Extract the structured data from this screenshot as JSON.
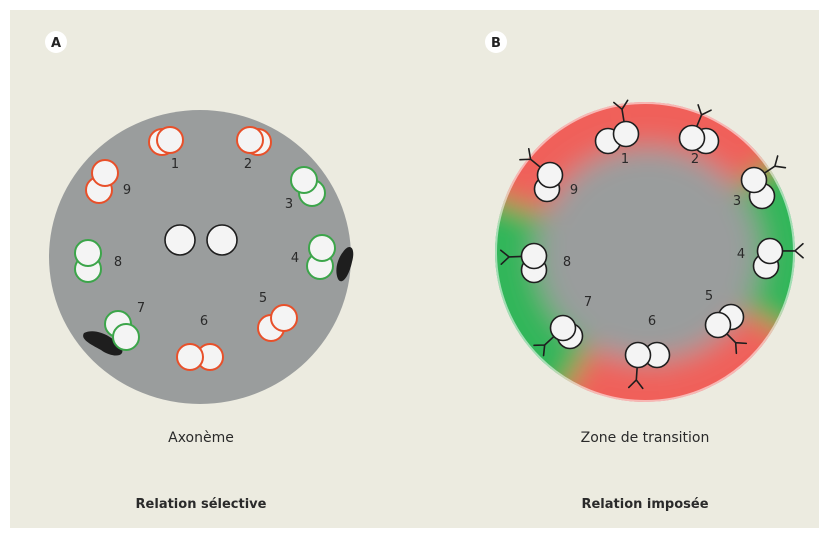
{
  "panels": [
    {
      "letter": "A",
      "structure_label": "Axonème",
      "relation_label": "Relation sélective",
      "doublet_numbers": [
        "1",
        "2",
        "3",
        "4",
        "5",
        "6",
        "7",
        "8",
        "9"
      ],
      "doublet_colors": [
        "red",
        "red",
        "green",
        "green",
        "red",
        "red",
        "green",
        "green",
        "red"
      ],
      "colors": {
        "red": "#e8502a",
        "green": "#3ca54a",
        "background": "#9a9d9d"
      }
    },
    {
      "letter": "B",
      "structure_label": "Zone de transition",
      "relation_label": "Relation imposée",
      "doublet_numbers": [
        "1",
        "2",
        "3",
        "4",
        "5",
        "6",
        "7",
        "8",
        "9"
      ],
      "colors": {
        "red": "#f0605a",
        "green": "#33b65a",
        "background": "#9a9d9d"
      }
    }
  ]
}
